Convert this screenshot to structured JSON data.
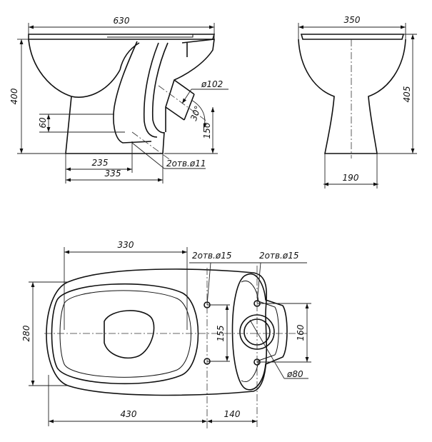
{
  "side_view": {
    "dim_width": "630",
    "dim_height": "400",
    "dim_offset": "60",
    "dim_outlet_dia": "ø102",
    "dim_outlet_angle": "30°",
    "dim_outlet_height": "150",
    "dim_hole_dist": "235",
    "dim_base_length": "335",
    "note_holes": "2отв.ø11"
  },
  "front_view": {
    "dim_width": "350",
    "dim_height": "405",
    "dim_base_width": "190"
  },
  "top_view": {
    "dim_bowl_length": "330",
    "dim_width": "280",
    "dim_front_holes_spacing": "155",
    "dim_rear_holes_spacing": "160",
    "dim_length_to_holes": "430",
    "dim_hole_offset": "140",
    "note_front_holes": "2отв.ø15",
    "note_rear_holes": "2отв.ø15",
    "dim_outlet_dia": "ø80"
  }
}
